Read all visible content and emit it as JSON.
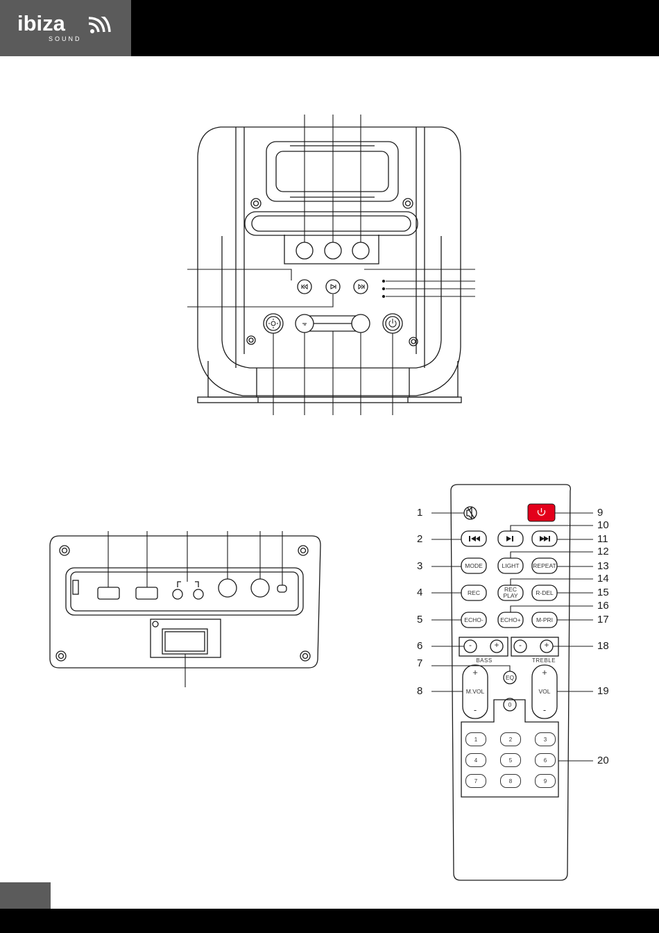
{
  "header": {
    "logo_main": "ibiza",
    "logo_sub": "SOUND"
  },
  "remote": {
    "buttons": {
      "mode": "MODE",
      "light": "LIGHT",
      "repeat": "REPEAT",
      "rec": "REC",
      "rec_play_1": "REC",
      "rec_play_2": "PLAY",
      "r_del": "R-DEL",
      "echo_minus": "ECHO-",
      "echo_plus": "ECHO+",
      "m_pri": "M-PRI",
      "bass": "BASS",
      "treble": "TREBLE",
      "eq": "EQ",
      "m_vol": "M.VOL",
      "vol": "VOL",
      "plus": "+",
      "minus": "-",
      "zero": "0"
    },
    "numpad": [
      "1",
      "2",
      "3",
      "4",
      "5",
      "6",
      "7",
      "8",
      "9"
    ],
    "labels_left": [
      "1",
      "2",
      "3",
      "4",
      "5",
      "6",
      "7",
      "8"
    ],
    "labels_right": [
      "9",
      "10",
      "11",
      "12",
      "13",
      "14",
      "15",
      "16",
      "17",
      "18",
      "19",
      "20"
    ]
  },
  "colors": {
    "power_button": "#e3001b",
    "brand_gray": "#5b5b5b"
  }
}
